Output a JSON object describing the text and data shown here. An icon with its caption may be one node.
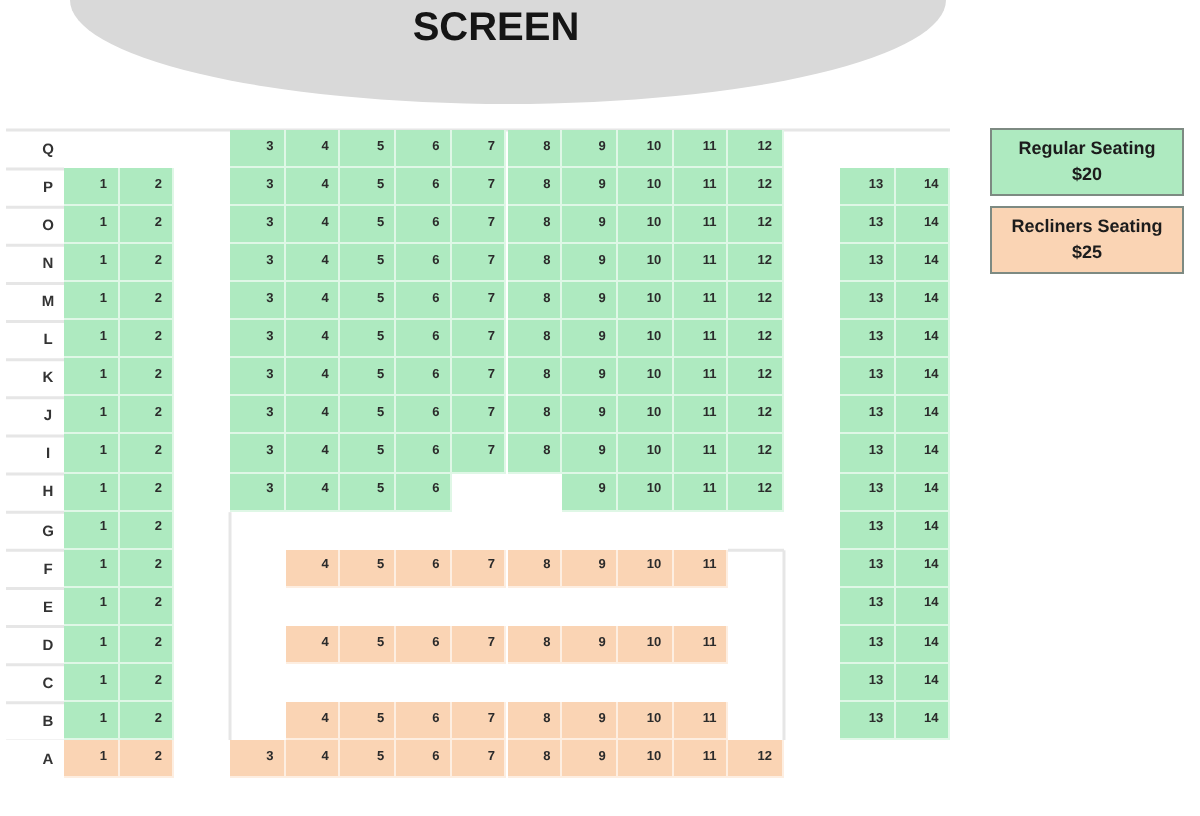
{
  "diagram": {
    "nodes": [
      {
        "text": [
          "SCREEN"
        ]
      },
      {
        "text": [
          "3"
        ]
      },
      {
        "text": [
          "4"
        ]
      },
      {
        "text": [
          "5"
        ]
      },
      {
        "text": [
          "6"
        ]
      },
      {
        "text": [
          "7"
        ]
      },
      {
        "text": [
          "8"
        ]
      },
      {
        "text": [
          "9"
        ]
      },
      {
        "text": [
          "10"
        ]
      },
      {
        "text": [
          "11"
        ]
      },
      {
        "text": [
          "12"
        ]
      },
      {
        "text": [
          "1"
        ]
      },
      {
        "text": [
          "2"
        ]
      },
      {
        "text": [
          "3"
        ]
      },
      {
        "text": [
          "4"
        ]
      },
      {
        "text": [
          "5"
        ]
      },
      {
        "text": [
          "6"
        ]
      },
      {
        "text": [
          "7"
        ]
      },
      {
        "text": [
          "8"
        ]
      },
      {
        "text": [
          "9"
        ]
      },
      {
        "text": [
          "10"
        ]
      },
      {
        "text": [
          "11"
        ]
      },
      {
        "text": [
          "12"
        ]
      },
      {
        "text": [
          "13"
        ]
      },
      {
        "text": [
          "14"
        ]
      },
      {
        "text": [
          "1"
        ]
      },
      {
        "text": [
          "2"
        ]
      },
      {
        "text": [
          "3"
        ]
      },
      {
        "text": [
          "4"
        ]
      },
      {
        "text": [
          "5"
        ]
      },
      {
        "text": [
          "6"
        ]
      },
      {
        "text": [
          "7"
        ]
      },
      {
        "text": [
          "8"
        ]
      },
      {
        "text": [
          "9"
        ]
      },
      {
        "text": [
          "10"
        ]
      },
      {
        "text": [
          "11"
        ]
      },
      {
        "text": [
          "12"
        ]
      },
      {
        "text": [
          "13"
        ]
      },
      {
        "text": [
          "14"
        ]
      },
      {
        "text": [
          "1"
        ]
      },
      {
        "text": [
          "2"
        ]
      },
      {
        "text": [
          "3"
        ]
      },
      {
        "text": [
          "4"
        ]
      },
      {
        "text": [
          "5"
        ]
      },
      {
        "text": [
          "6"
        ]
      },
      {
        "text": [
          "7"
        ]
      },
      {
        "text": [
          "8"
        ]
      },
      {
        "text": [
          "9"
        ]
      },
      {
        "text": [
          "10"
        ]
      },
      {
        "text": [
          "11"
        ]
      },
      {
        "text": [
          "12"
        ]
      },
      {
        "text": [
          "13"
        ]
      },
      {
        "text": [
          "14"
        ]
      },
      {
        "text": [
          "1"
        ]
      },
      {
        "text": [
          "2"
        ]
      },
      {
        "text": [
          "3"
        ]
      },
      {
        "text": [
          "4"
        ]
      },
      {
        "text": [
          "5"
        ]
      },
      {
        "text": [
          "6"
        ]
      },
      {
        "text": [
          "7"
        ]
      },
      {
        "text": [
          "8"
        ]
      },
      {
        "text": [
          "9"
        ]
      },
      {
        "text": [
          "10"
        ]
      },
      {
        "text": [
          "11"
        ]
      },
      {
        "text": [
          "12"
        ]
      },
      {
        "text": [
          "13"
        ]
      },
      {
        "text": [
          "14"
        ]
      },
      {
        "text": [
          "1"
        ]
      },
      {
        "text": [
          "2"
        ]
      },
      {
        "text": [
          "3"
        ]
      },
      {
        "text": [
          "4"
        ]
      },
      {
        "text": [
          "5"
        ]
      },
      {
        "text": [
          "6"
        ]
      },
      {
        "text": [
          "7"
        ]
      },
      {
        "text": [
          "8"
        ]
      },
      {
        "text": [
          "9"
        ]
      },
      {
        "text": [
          "10"
        ]
      },
      {
        "text": [
          "11"
        ]
      },
      {
        "text": [
          "12"
        ]
      },
      {
        "text": [
          "13"
        ]
      },
      {
        "text": [
          "14"
        ]
      },
      {
        "text": [
          "1"
        ]
      },
      {
        "text": [
          "2"
        ]
      },
      {
        "text": [
          "3"
        ]
      },
      {
        "text": [
          "4"
        ]
      },
      {
        "text": [
          "5"
        ]
      },
      {
        "text": [
          "6"
        ]
      },
      {
        "text": [
          "7"
        ]
      },
      {
        "text": [
          "8"
        ]
      },
      {
        "text": [
          "9"
        ]
      },
      {
        "text": [
          "10"
        ]
      },
      {
        "text": [
          "11"
        ]
      },
      {
        "text": [
          "12"
        ]
      },
      {
        "text": [
          "13"
        ]
      },
      {
        "text": [
          "14"
        ]
      },
      {
        "text": [
          "1"
        ]
      },
      {
        "text": [
          "2"
        ]
      },
      {
        "text": [
          "3"
        ]
      },
      {
        "text": [
          "4"
        ]
      },
      {
        "text": [
          "5"
        ]
      },
      {
        "text": [
          "6"
        ]
      },
      {
        "text": [
          "7"
        ]
      },
      {
        "text": [
          "8"
        ]
      },
      {
        "text": [
          "9"
        ]
      },
      {
        "text": [
          "10"
        ]
      },
      {
        "text": [
          "11"
        ]
      },
      {
        "text": [
          "12"
        ]
      },
      {
        "text": [
          "13"
        ]
      },
      {
        "text": [
          "14"
        ]
      },
      {
        "text": [
          "1"
        ]
      },
      {
        "text": [
          "2"
        ]
      },
      {
        "text": [
          "3"
        ]
      },
      {
        "text": [
          "4"
        ]
      },
      {
        "text": [
          "5"
        ]
      },
      {
        "text": [
          "6"
        ]
      },
      {
        "text": [
          "7"
        ]
      },
      {
        "text": [
          "8"
        ]
      },
      {
        "text": [
          "9"
        ]
      },
      {
        "text": [
          "10"
        ]
      },
      {
        "text": [
          "11"
        ]
      },
      {
        "text": [
          "12"
        ]
      },
      {
        "text": [
          "13"
        ]
      },
      {
        "text": [
          "14"
        ]
      },
      {
        "text": [
          "1"
        ]
      },
      {
        "text": [
          "2"
        ]
      },
      {
        "text": [
          "3"
        ]
      },
      {
        "text": [
          "4"
        ]
      },
      {
        "text": [
          "5"
        ]
      },
      {
        "text": [
          "6"
        ]
      },
      {
        "text": [
          "9"
        ]
      },
      {
        "text": [
          "10"
        ]
      },
      {
        "text": [
          "11"
        ]
      },
      {
        "text": [
          "12"
        ]
      },
      {
        "text": [
          "13"
        ]
      },
      {
        "text": [
          "14"
        ]
      },
      {
        "text": [
          "1"
        ]
      },
      {
        "text": [
          "2"
        ]
      },
      {
        "text": [
          "13"
        ]
      },
      {
        "text": [
          "14"
        ]
      },
      {
        "text": [
          "1"
        ]
      },
      {
        "text": [
          "2"
        ]
      },
      {
        "text": [
          "4"
        ]
      },
      {
        "text": [
          "5"
        ]
      },
      {
        "text": [
          "6"
        ]
      },
      {
        "text": [
          "7"
        ]
      },
      {
        "text": [
          "8"
        ]
      },
      {
        "text": [
          "9"
        ]
      },
      {
        "text": [
          "10"
        ]
      },
      {
        "text": [
          "11"
        ]
      },
      {
        "text": [
          "13"
        ]
      },
      {
        "text": [
          "14"
        ]
      },
      {
        "text": [
          "1"
        ]
      },
      {
        "text": [
          "2"
        ]
      },
      {
        "text": [
          "13"
        ]
      },
      {
        "text": [
          "14"
        ]
      },
      {
        "text": [
          "1"
        ]
      },
      {
        "text": [
          "2"
        ]
      },
      {
        "text": [
          "4"
        ]
      },
      {
        "text": [
          "5"
        ]
      },
      {
        "text": [
          "6"
        ]
      },
      {
        "text": [
          "7"
        ]
      },
      {
        "text": [
          "8"
        ]
      },
      {
        "text": [
          "9"
        ]
      },
      {
        "text": [
          "10"
        ]
      },
      {
        "text": [
          "11"
        ]
      },
      {
        "text": [
          "13"
        ]
      },
      {
        "text": [
          "14"
        ]
      },
      {
        "text": [
          "1"
        ]
      },
      {
        "text": [
          "2"
        ]
      },
      {
        "text": [
          "13"
        ]
      },
      {
        "text": [
          "14"
        ]
      },
      {
        "text": [
          "1"
        ]
      },
      {
        "text": [
          "2"
        ]
      },
      {
        "text": [
          "4"
        ]
      },
      {
        "text": [
          "5"
        ]
      },
      {
        "text": [
          "6"
        ]
      },
      {
        "text": [
          "7"
        ]
      },
      {
        "text": [
          "8"
        ]
      },
      {
        "text": [
          "9"
        ]
      },
      {
        "text": [
          "10"
        ]
      },
      {
        "text": [
          "11"
        ]
      },
      {
        "text": [
          "13"
        ]
      },
      {
        "text": [
          "14"
        ]
      },
      {
        "text": [
          "1"
        ]
      },
      {
        "text": [
          "2"
        ]
      },
      {
        "text": [
          "3"
        ]
      },
      {
        "text": [
          "4"
        ]
      },
      {
        "text": [
          "5"
        ]
      },
      {
        "text": [
          "6"
        ]
      },
      {
        "text": [
          "7"
        ]
      },
      {
        "text": [
          "8"
        ]
      },
      {
        "text": [
          "9"
        ]
      },
      {
        "text": [
          "10"
        ]
      },
      {
        "text": [
          "11"
        ]
      },
      {
        "text": [
          "12"
        ]
      }
    ],
    "labels": [
      "Q",
      "P",
      "O",
      "N",
      "M",
      "L",
      "K",
      "J",
      "I",
      "H",
      "G",
      "F",
      "E",
      "D",
      "C",
      "B",
      "A"
    ],
    "legend": [
      {
        "text": "Regular Seating $20",
        "color": "#aeeac0"
      },
      {
        "text": "Recliners Seating $25",
        "color": "#fad4b4"
      }
    ]
  }
}
